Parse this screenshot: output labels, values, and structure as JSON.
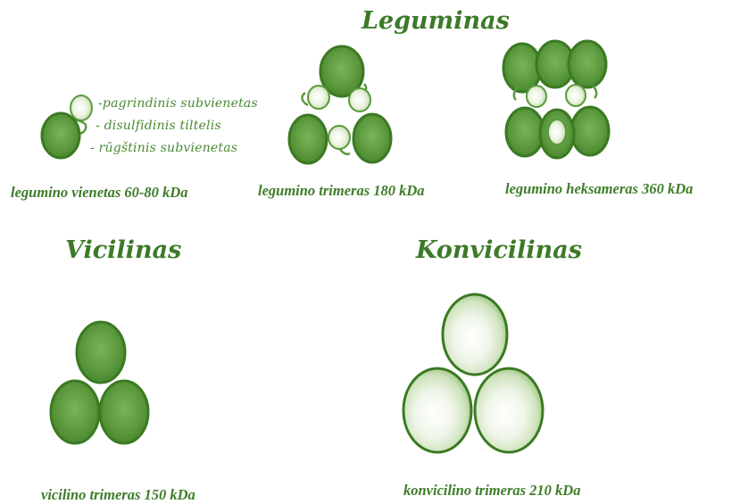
{
  "titles": {
    "leguminas": "Leguminas",
    "vicilinas": "Vicilinas",
    "konvicilinas": "Konvicilinas"
  },
  "legend": {
    "basic_subunit": "-pagrindinis subvienetas",
    "disulfide_bridge": "- disulfidinis tiltelis",
    "acidic_subunit": "- rūgštinis subvienetas"
  },
  "captions": {
    "legumin_unit": "legumino vienetas 60-80 kDa",
    "legumin_trimer": "legumino trimeras 180 kDa",
    "legumin_hexamer": "legumino heksameras 360 kDa",
    "vicilin_trimer": "vicilino trimeras 150 kDa",
    "convicilin_trimer": "konvicilino trimeras 210 kDa"
  },
  "colors": {
    "dark_green": "#5a9a3c",
    "outline_green": "#3a7a22",
    "light_subunit": "#e8f2d8",
    "text_green": "#3c7a28"
  }
}
